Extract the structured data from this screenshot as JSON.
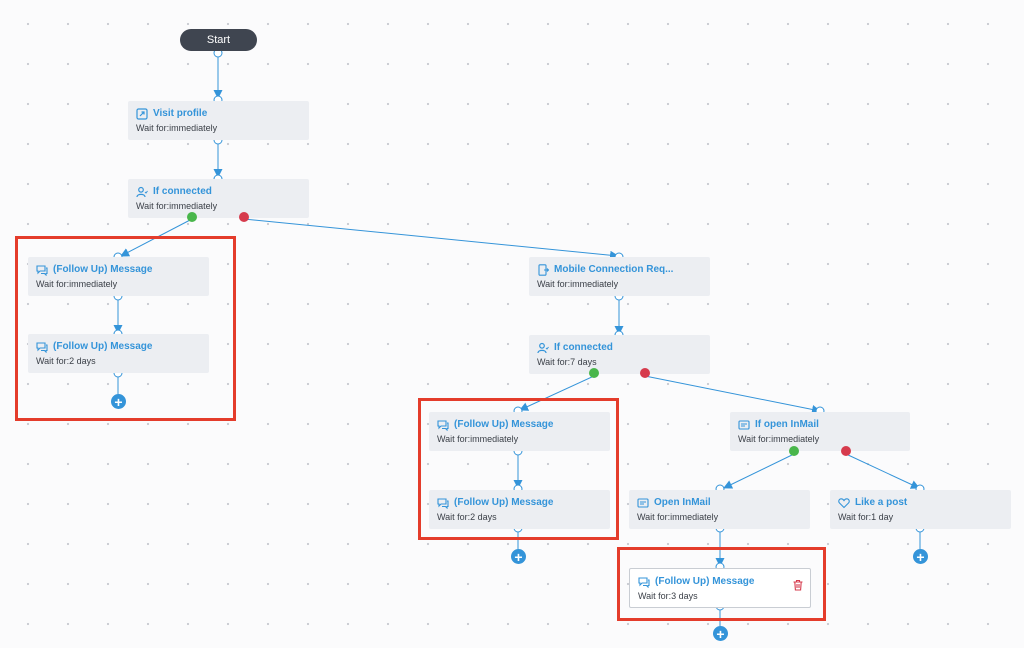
{
  "start_label": "Start",
  "nodes": [
    {
      "title": "Visit profile",
      "wait": "Wait for:immediately",
      "icon": "visit-profile-icon"
    },
    {
      "title": "If connected",
      "wait": "Wait for:immediately",
      "icon": "person-icon"
    },
    {
      "title": "(Follow Up) Message",
      "wait": "Wait for:immediately",
      "icon": "message-icon"
    },
    {
      "title": "(Follow Up) Message",
      "wait": "Wait for:2 days",
      "icon": "message-icon"
    },
    {
      "title": "Mobile Connection Req...",
      "wait": "Wait for:immediately",
      "icon": "phone-request-icon"
    },
    {
      "title": "If connected",
      "wait": "Wait for:7 days",
      "icon": "person-icon"
    },
    {
      "title": "(Follow Up) Message",
      "wait": "Wait for:immediately",
      "icon": "message-icon"
    },
    {
      "title": "(Follow Up) Message",
      "wait": "Wait for:2 days",
      "icon": "message-icon"
    },
    {
      "title": "If open InMail",
      "wait": "Wait for:immediately",
      "icon": "inmail-icon"
    },
    {
      "title": "Open InMail",
      "wait": "Wait for:immediately",
      "icon": "inmail-icon"
    },
    {
      "title": "Like a post",
      "wait": "Wait for:1 day",
      "icon": "heart-icon"
    },
    {
      "title": "(Follow Up) Message",
      "wait": "Wait for:3 days",
      "icon": "message-icon"
    }
  ],
  "add_step_symbol": "+",
  "colors": {
    "accent": "#3494d9",
    "connected": "#49b64b",
    "not_connected": "#d63b4d",
    "highlight_frame": "#e43c2b",
    "delete": "#d63b4d"
  }
}
